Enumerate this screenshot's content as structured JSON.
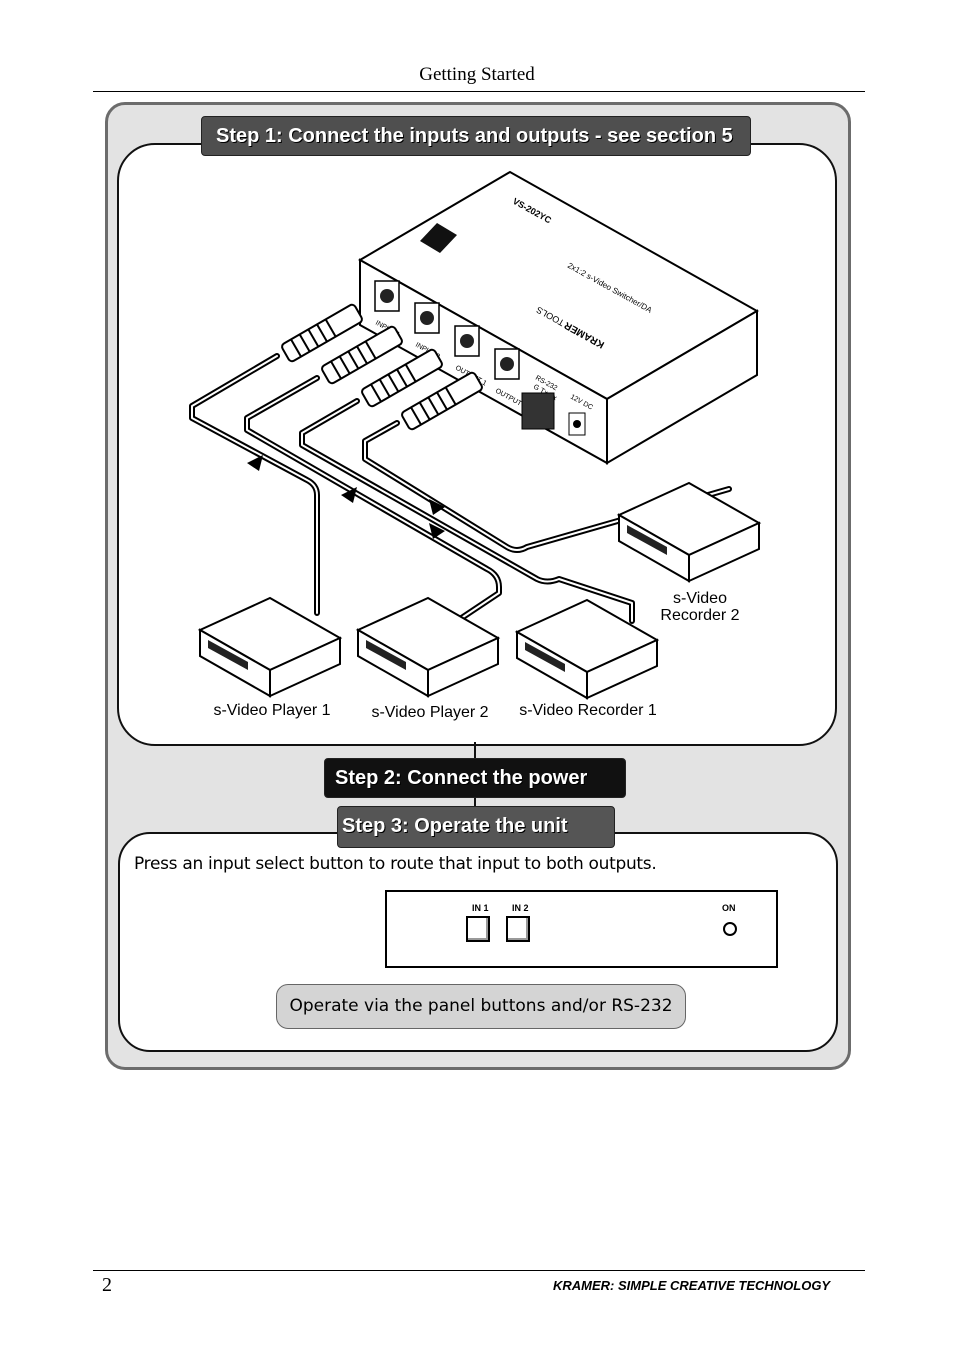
{
  "header": {
    "title": "Getting Started"
  },
  "steps": {
    "step1": "Step 1: Connect the inputs and outputs - see section 5",
    "step2": "Step 2: Connect the power",
    "step3": "Step 3: Operate the unit"
  },
  "step3_instruction": "Press an input select button to route that input to both outputs.",
  "panel": {
    "in1": "IN 1",
    "in2": "IN 2",
    "on": "ON"
  },
  "operate_note": "Operate via the panel buttons and/or RS-232",
  "devices": {
    "player1": "s-Video Player 1",
    "player2": "s-Video Player 2",
    "recorder1": "s-Video Recorder 1",
    "recorder2_line1": "s-Video",
    "recorder2_line2": "Recorder 2"
  },
  "unit": {
    "model": "VS-202YC",
    "brand": "KRAMER",
    "brand_sub": "TOOLS",
    "description": "2x1:2 s-Video Switcher/DA",
    "ports": [
      "INPUT 1",
      "INPUT 2",
      "OUTPUT 1",
      "OUTPUT 2"
    ],
    "rs232": "RS-232",
    "rs232_pins": "G Tx Rx",
    "power": "12V DC"
  },
  "footer": {
    "page": "2",
    "brand": "KRAMER:  SIMPLE CREATIVE TECHNOLOGY"
  }
}
